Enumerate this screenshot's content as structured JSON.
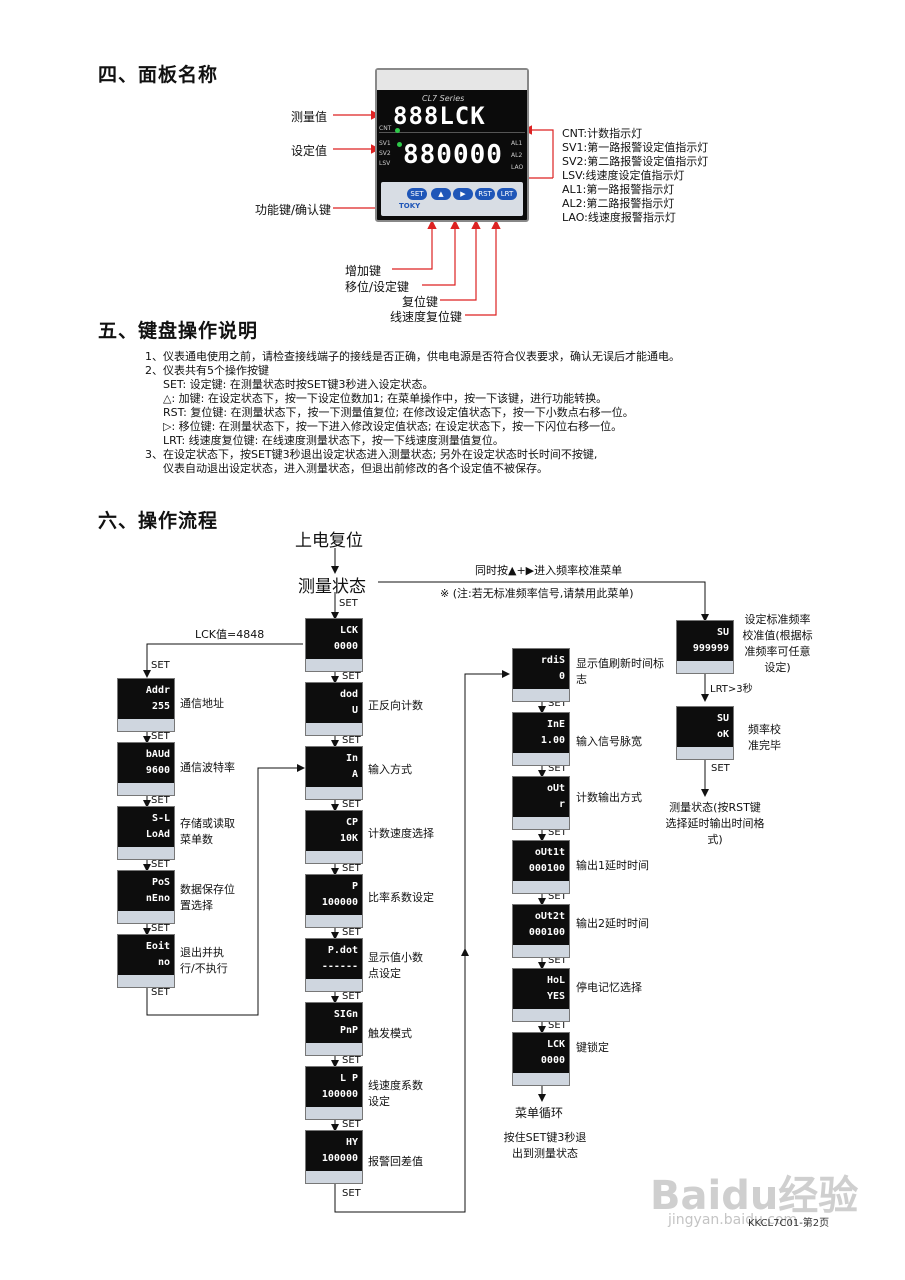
{
  "sections": {
    "s4": "四、面板名称",
    "s5": "五、键盘操作说明",
    "s6": "六、操作流程"
  },
  "panel": {
    "series": "CL7 Series",
    "display_top": "888LCK",
    "display_bottom": "880000",
    "brand": "TOKY",
    "left_labels": {
      "measure": "测量值",
      "setvalue": "设定值",
      "func": "功能键/确认键"
    },
    "led_labels_left": [
      "CNT",
      "SV1",
      "SV2",
      "LSV"
    ],
    "led_labels_right": [
      "AL1",
      "AL2",
      "LAO"
    ],
    "keys": [
      "SET",
      "▲",
      "▶",
      "RST",
      "LRT"
    ],
    "bottom_labels": {
      "up": "增加键",
      "shift": "移位/设定键",
      "reset": "复位键",
      "lrt": "线速度复位键"
    },
    "legend": [
      "CNT:计数指示灯",
      "SV1:第一路报警设定值指示灯",
      "SV2:第二路报警设定值指示灯",
      "LSV:线速度设定值指示灯",
      "AL1:第一路报警指示灯",
      "AL2:第二路报警指示灯",
      "LAO:线速度报警指示灯"
    ]
  },
  "keyboard": {
    "lines": [
      "1、仪表通电使用之前，请检查接线端子的接线是否正确，供电电源是否符合仪表要求，确认无误后才能通电。",
      "2、仪表共有5个操作按键",
      "SET: 设定键: 在测量状态时按SET键3秒进入设定状态。",
      "△: 加键: 在设定状态下，按一下设定位数加1; 在菜单操作中，按一下该键，进行功能转换。",
      "RST: 复位键: 在测量状态下，按一下测量值复位; 在修改设定值状态下，按一下小数点右移一位。",
      "▷: 移位键: 在测量状态下，按一下进入修改设定值状态; 在设定状态下，按一下闪位右移一位。",
      "LRT: 线速度复位键: 在线速度测量状态下，按一下线速度测量值复位。",
      "3、在设定状态下，按SET键3秒退出设定状态进入测量状态; 另外在设定状态时长时间不按键,",
      "仪表自动退出设定状态，进入测量状态，但退出前修改的各个设定值不被保存。"
    ]
  },
  "flow": {
    "power": "上电复位",
    "measure": "测量状态",
    "cal_enter": "同时按▲+▶进入频率校准菜单",
    "cal_note": "※ (注:若无标准频率信号,请禁用此菜单)",
    "lck_value": "LCK值=4848",
    "set": "SET",
    "lrt3": "LRT>3秒",
    "col1": [
      {
        "d1": "Addr",
        "d2": "255",
        "label": "通信地址"
      },
      {
        "d1": "bAUd",
        "d2": "9600",
        "label": "通信波特率"
      },
      {
        "d1": "S-L",
        "d2": "LoAd",
        "label": "存储或读取菜单数"
      },
      {
        "d1": "PoS",
        "d2": "nEno",
        "label": "数据保存位置选择"
      },
      {
        "d1": "Eoit",
        "d2": "no",
        "label": "退出并执行/不执行"
      }
    ],
    "col2": [
      {
        "d1": "LCK",
        "d2": "0000",
        "label": ""
      },
      {
        "d1": "dod",
        "d2": "U",
        "label": "正反向计数"
      },
      {
        "d1": "In",
        "d2": "A",
        "label": "输入方式"
      },
      {
        "d1": "CP",
        "d2": "10K",
        "label": "计数速度选择"
      },
      {
        "d1": "P",
        "d2": "100000",
        "label": "比率系数设定"
      },
      {
        "d1": "P.dot",
        "d2": "------",
        "label": "显示值小数点设定"
      },
      {
        "d1": "SIGn",
        "d2": "PnP",
        "label": "触发模式"
      },
      {
        "d1": "L P",
        "d2": "100000",
        "label": "线速度系数设定"
      },
      {
        "d1": "HY",
        "d2": "100000",
        "label": "报警回差值"
      }
    ],
    "col3": [
      {
        "d1": "rdiS",
        "d2": "0",
        "label": "显示值刷新时间标志"
      },
      {
        "d1": "InE",
        "d2": "1.00",
        "label": "输入信号脉宽"
      },
      {
        "d1": "oUt",
        "d2": "r",
        "label": "计数输出方式"
      },
      {
        "d1": "oUt1t",
        "d2": "000100",
        "label": "输出1延时时间"
      },
      {
        "d1": "oUt2t",
        "d2": "000100",
        "label": "输出2延时时间"
      },
      {
        "d1": "HoL",
        "d2": "YES",
        "label": "停电记忆选择"
      },
      {
        "d1": "LCK",
        "d2": "0000",
        "label": "键锁定"
      }
    ],
    "col3_end": "菜单循环",
    "col3_end2": "按住SET键3秒退出到测量状态",
    "col4": [
      {
        "d1": "SU",
        "d2": "999999",
        "label": "设定标准频率校准值(根据标准频率可任意设定)"
      },
      {
        "d1": "SU",
        "d2": "oK",
        "label": "频率校准完毕"
      }
    ],
    "col4_end": "测量状态(按RST键选择延时输出时间格式)"
  },
  "footer": {
    "code": "KKCL7C01-第2页",
    "watermark1": "Baidu经验",
    "watermark2": "jingyan.baidu.com"
  }
}
